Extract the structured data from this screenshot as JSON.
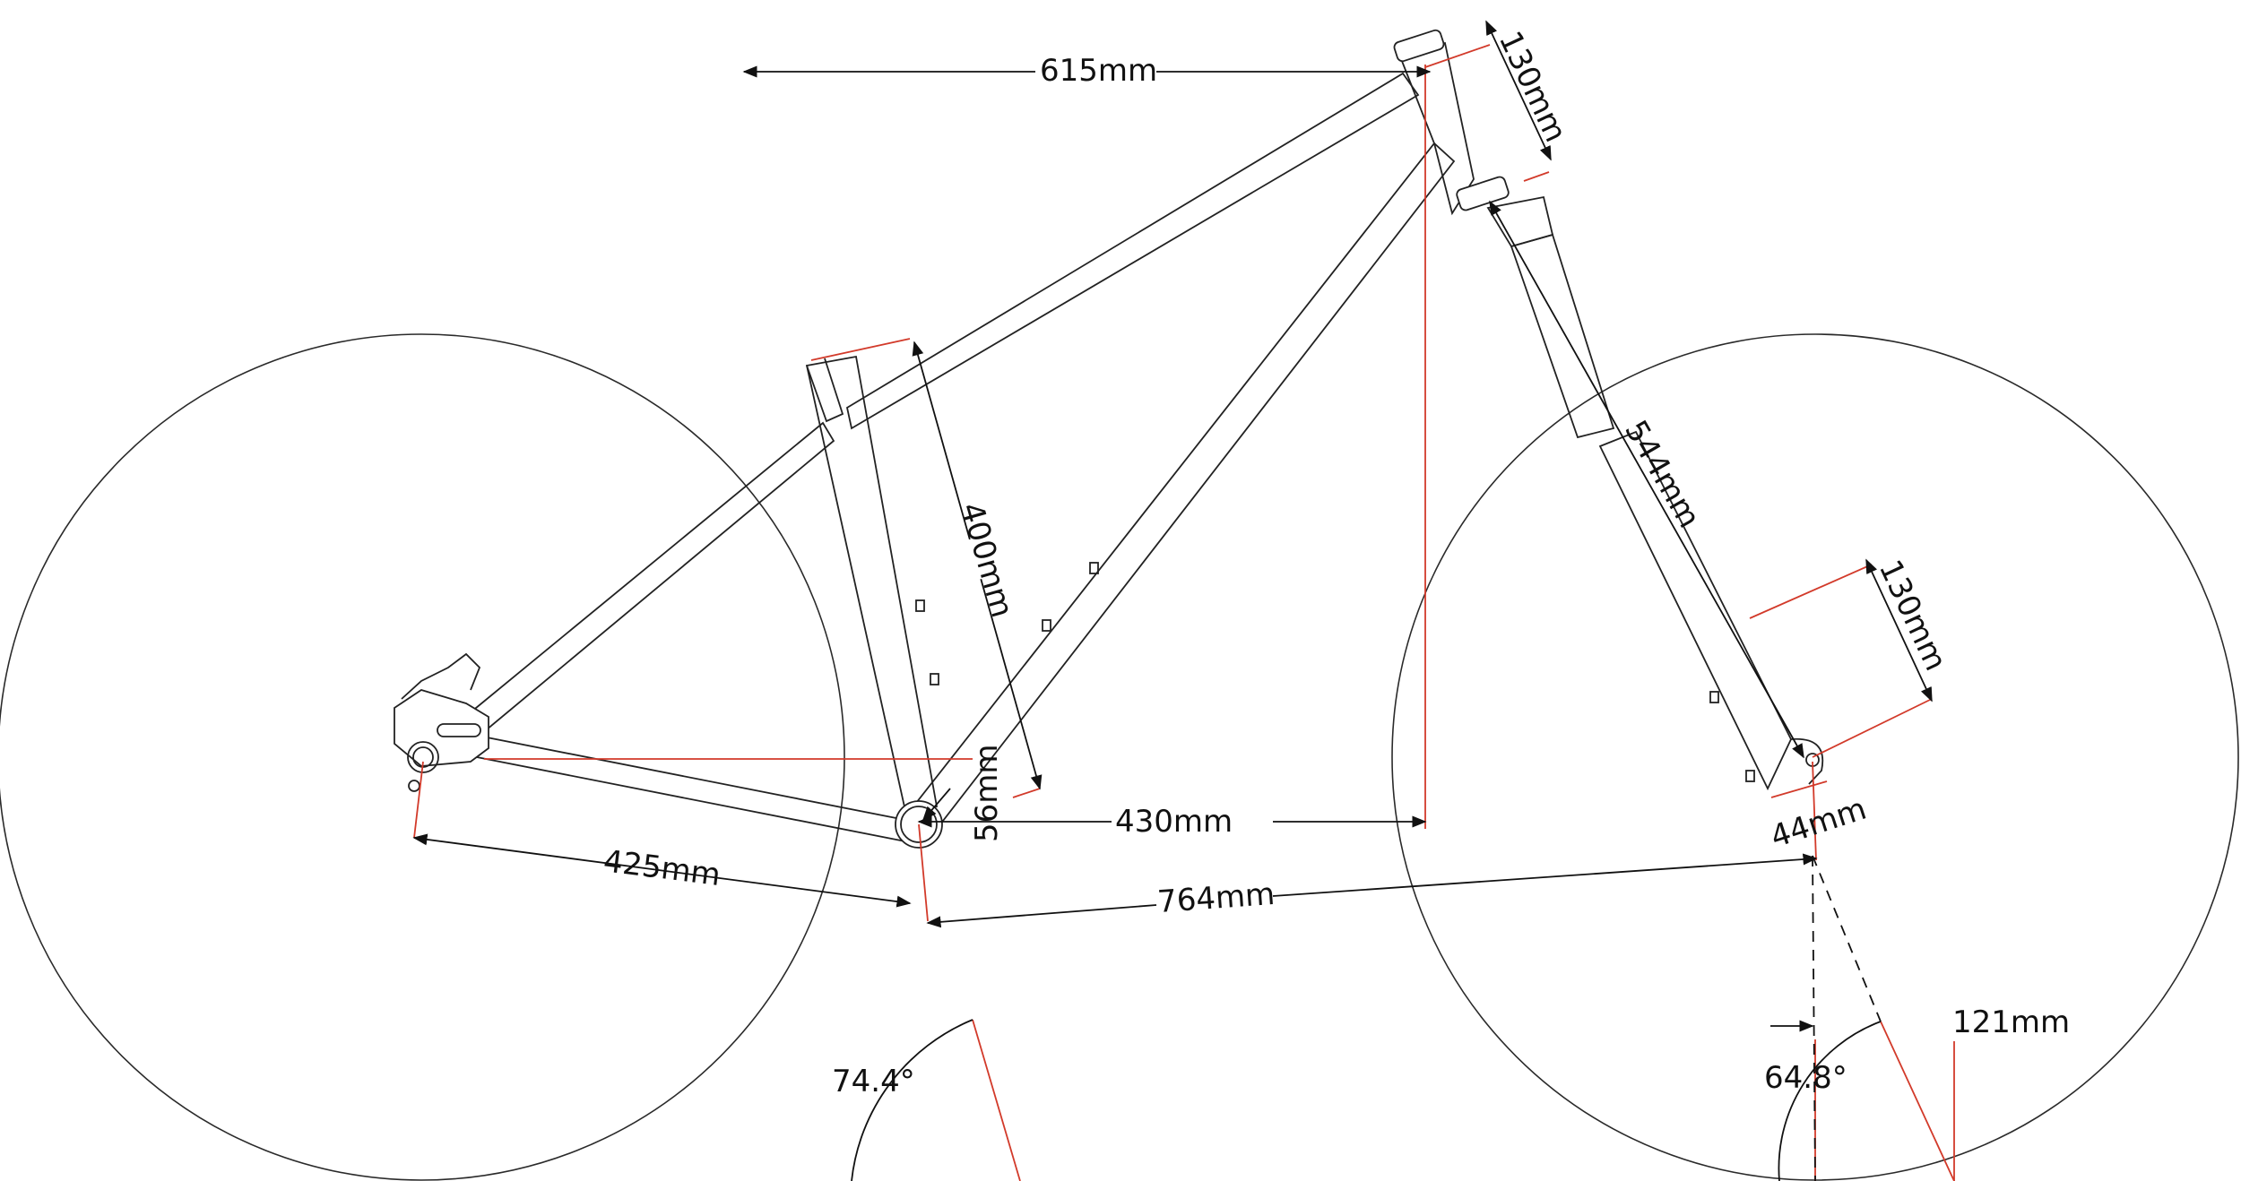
{
  "diagram": {
    "dimensions": {
      "reach": "615mm",
      "head_tube": "130mm",
      "seat_tube": "400mm",
      "fork_length": "544mm",
      "fork_travel": "130mm",
      "fork_offset": "44mm",
      "bb_drop": "56mm",
      "stack_front": "430mm",
      "chainstay": "425mm",
      "wheelbase": "764mm",
      "seat_angle": "74.4°",
      "head_angle": "64.8°",
      "trail": "121mm"
    },
    "colors": {
      "lines": "#222222",
      "reference": "#d23a2a",
      "background": "#ffffff"
    }
  }
}
